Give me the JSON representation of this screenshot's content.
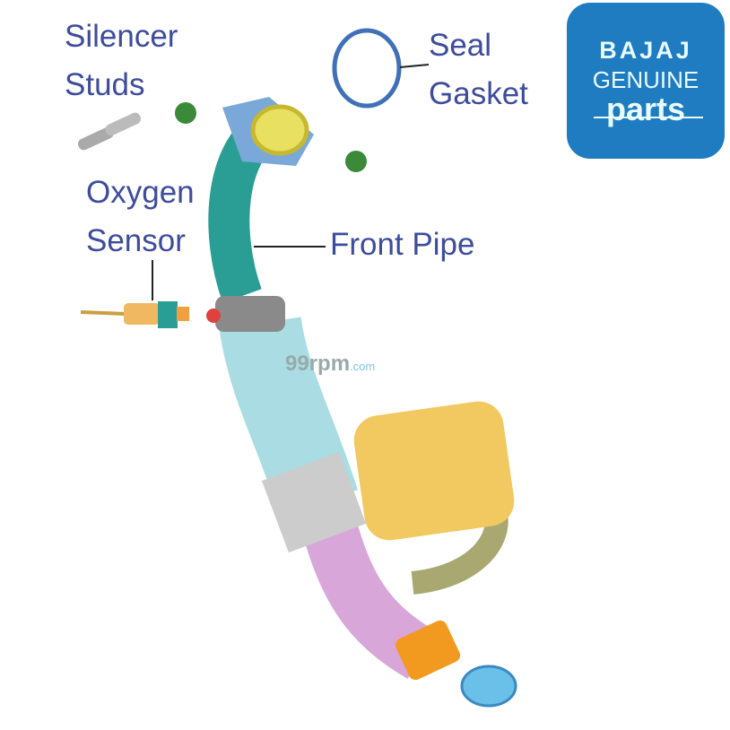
{
  "labels": {
    "silencer_studs": [
      "Silencer",
      "Studs"
    ],
    "seal_gasket": [
      "Seal",
      "Gasket"
    ],
    "oxygen_sensor": [
      "Oxygen",
      "Sensor"
    ],
    "front_pipe": "Front Pipe"
  },
  "logo": {
    "brand": "BAJAJ",
    "line2": "GENUINE",
    "line3": "parts"
  },
  "watermark": {
    "main": "99rpm",
    "suffix": ".com"
  },
  "colors": {
    "label": "#3e4c9c",
    "logo_bg": "#1f7cc0",
    "front_pipe": "#2a9e94",
    "muffler": "#f0c860",
    "tail": "#d8a0d8",
    "catalyst": "#a8e0e4"
  }
}
